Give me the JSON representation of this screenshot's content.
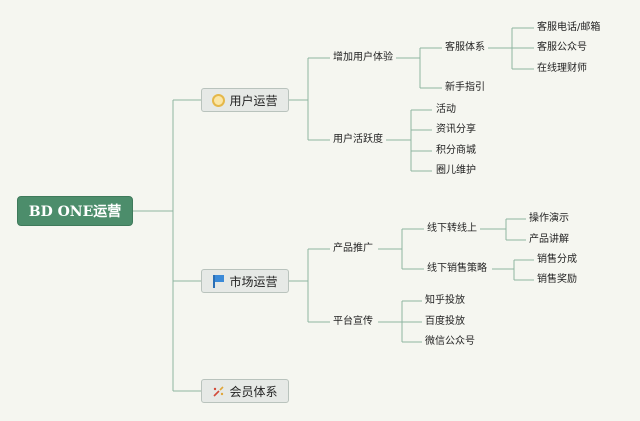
{
  "root": {
    "label": "BD ONE运营"
  },
  "branches": {
    "user_ops": {
      "label": "用户运营",
      "icon": "coin-icon",
      "children": {
        "experience": {
          "label": "增加用户体验",
          "service_system": {
            "label": "客服体系",
            "items": [
              "客服电话/邮箱",
              "客服公众号",
              "在线理财师"
            ]
          },
          "newbie": "新手指引"
        },
        "activity": {
          "label": "用户活跃度",
          "items": [
            "活动",
            "资讯分享",
            "积分商城",
            "圈儿维护"
          ]
        }
      }
    },
    "market_ops": {
      "label": "市场运营",
      "icon": "flag-icon",
      "children": {
        "promotion": {
          "label": "产品推广",
          "offline_online": {
            "label": "线下转线上",
            "items": [
              "操作演示",
              "产品讲解"
            ]
          },
          "offline_sales": {
            "label": "线下销售策略",
            "items": [
              "销售分成",
              "销售奖励"
            ]
          }
        },
        "platform": {
          "label": "平台宣传",
          "items": [
            "知乎投放",
            "百度投放",
            "微信公众号"
          ]
        }
      }
    },
    "member": {
      "label": "会员体系",
      "icon": "sparkle-icon"
    }
  },
  "colors": {
    "root_bg": "#4c8d6b",
    "connector": "#8fb5a1",
    "node_bg": "#e6e9e6",
    "background": "#f5f6f0"
  }
}
